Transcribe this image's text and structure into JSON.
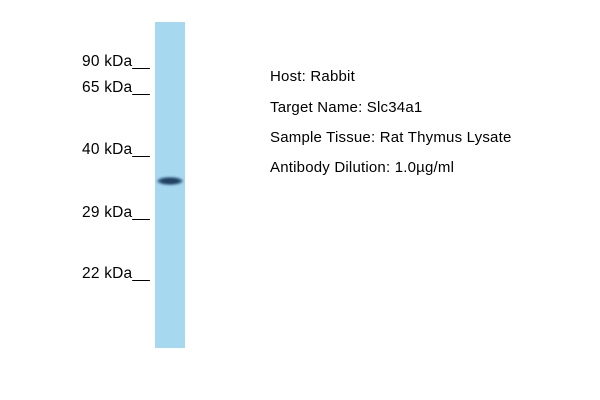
{
  "figure": {
    "type": "western-blot",
    "ladder": {
      "markers": [
        "90 kDa__",
        "65 kDa__",
        "40 kDa__",
        "29 kDa__",
        "22 kDa__"
      ]
    },
    "annotations": [
      "Host: Rabbit",
      "Target Name: Slc34a1",
      "Sample Tissue: Rat Thymus Lysate",
      "Antibody Dilution: 1.0µg/ml"
    ],
    "colors": {
      "background": "#ffffff",
      "text": "#000000",
      "lane": "#a6d8f0",
      "band": "#21415f"
    }
  }
}
